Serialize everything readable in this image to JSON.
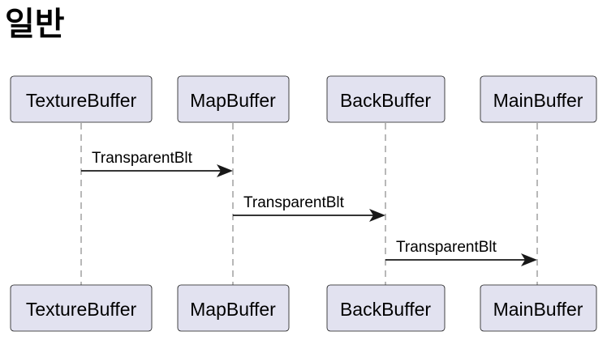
{
  "title": "일반",
  "participants": [
    {
      "id": "p1",
      "label": "TextureBuffer"
    },
    {
      "id": "p2",
      "label": "MapBuffer"
    },
    {
      "id": "p3",
      "label": "BackBuffer"
    },
    {
      "id": "p4",
      "label": "MainBuffer"
    }
  ],
  "messages": [
    {
      "from": 0,
      "to": 1,
      "label": "TransparentBlt"
    },
    {
      "from": 1,
      "to": 2,
      "label": "TransparentBlt"
    },
    {
      "from": 2,
      "to": 3,
      "label": "TransparentBlt"
    }
  ],
  "colors": {
    "participant_fill": "#e2e2f0",
    "participant_border": "#181818",
    "lifeline": "#a0a0a0",
    "arrow": "#181818"
  }
}
